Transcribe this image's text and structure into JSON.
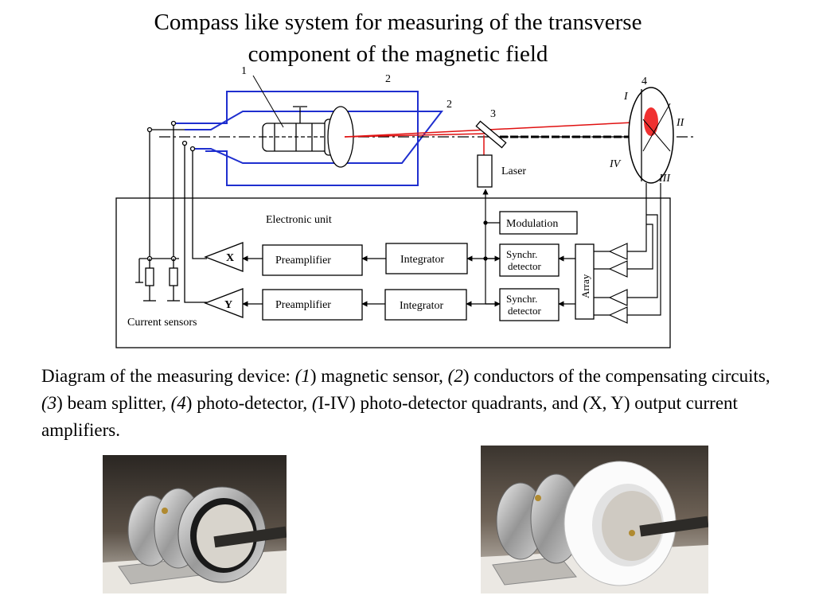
{
  "title": {
    "line1": "Compass like system for measuring of the transverse",
    "line2": "component of the magnetic field"
  },
  "diagram": {
    "labels": {
      "n1": "1",
      "n2a": "2",
      "n2b": "2",
      "n3": "3",
      "n4": "4",
      "qI": "I",
      "qII": "II",
      "qIII": "III",
      "qIV": "IV",
      "laser": "Laser"
    },
    "electronic_unit": "Electronic unit",
    "current_sensors": "Current sensors",
    "blocks": {
      "modulation": "Modulation",
      "preamp_x": "Preamplifier",
      "preamp_y": "Preamplifier",
      "integrator_x": "Integrator",
      "integrator_y": "Integrator",
      "synchr_x_1": "Synchr.",
      "synchr_x_2": "detector",
      "synchr_y_1": "Synchr.",
      "synchr_y_2": "detector",
      "array": "Array",
      "amp_x": "X",
      "amp_y": "Y"
    },
    "colors": {
      "conductor": "#1f2fcf",
      "laser_beam": "#e01010",
      "detector_spot": "#f03030"
    }
  },
  "caption": {
    "prefix": "Diagram of the measuring device: ",
    "n1": "(1",
    "t1": ") magnetic sensor, ",
    "n2": "(2",
    "t2": ") conductors of the compensating circuits, ",
    "n3": "(3",
    "t3": ") beam splitter, ",
    "n4": "(4",
    "t4": ") photo-detector, ",
    "n5": "(",
    "t5": "I-IV) photo-detector quadrants, and ",
    "n6": "(",
    "t6": "X, Y) output current amplifiers."
  },
  "photos": {
    "left": "sensor-photo-metal-ring",
    "right": "sensor-photo-white-ring"
  }
}
